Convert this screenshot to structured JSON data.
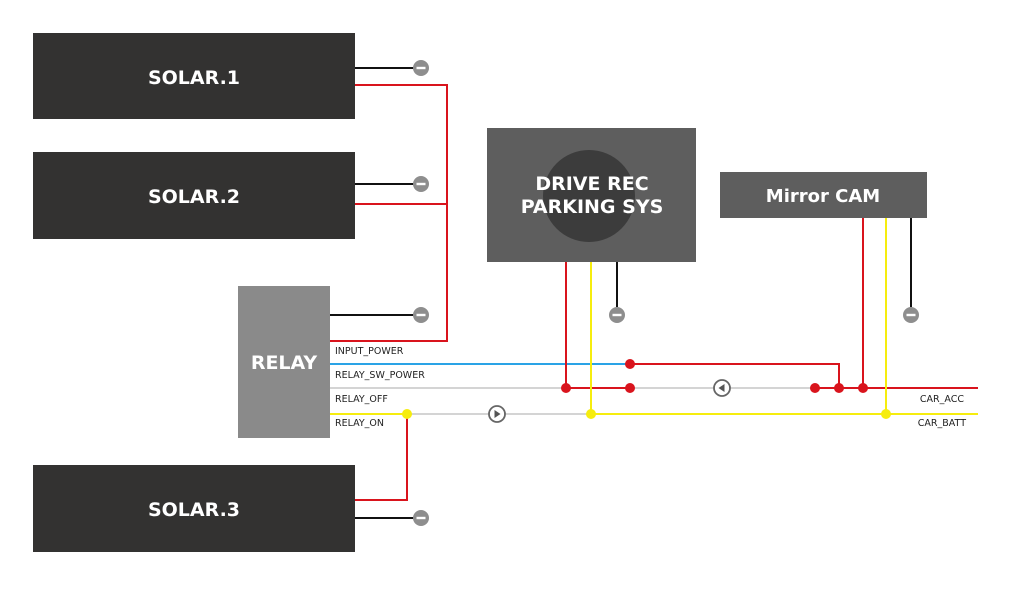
{
  "colors": {
    "box_dark": "#333231",
    "box_gray": "#5e5e5e",
    "relay": "#8a8a8a",
    "power_red": "#d9141d",
    "batt_yellow": "#f6ed0e",
    "sw_blue": "#2aa3e6",
    "wire_gray": "#d4d4d4",
    "ground_black": "#111111",
    "ground_symbol": "#8e8e8e"
  },
  "components": {
    "solar1": "SOLAR.1",
    "solar2": "SOLAR.2",
    "solar3": "SOLAR.3",
    "relay": "RELAY",
    "drive_rec_line1": "DRIVE REC",
    "drive_rec_line2": "PARKING SYS",
    "mirror_cam": "Mirror CAM"
  },
  "relay_ports": {
    "input_power": "INPUT_POWER",
    "relay_sw_power": "RELAY_SW_POWER",
    "relay_off": "RELAY_OFF",
    "relay_on": "RELAY_ON"
  },
  "car_terminals": {
    "acc": "CAR_ACC",
    "batt": "CAR_BATT"
  },
  "symbols": {
    "ground": "ground-icon",
    "direction_left": "arrow-left-icon",
    "direction_right": "arrow-right-icon"
  }
}
